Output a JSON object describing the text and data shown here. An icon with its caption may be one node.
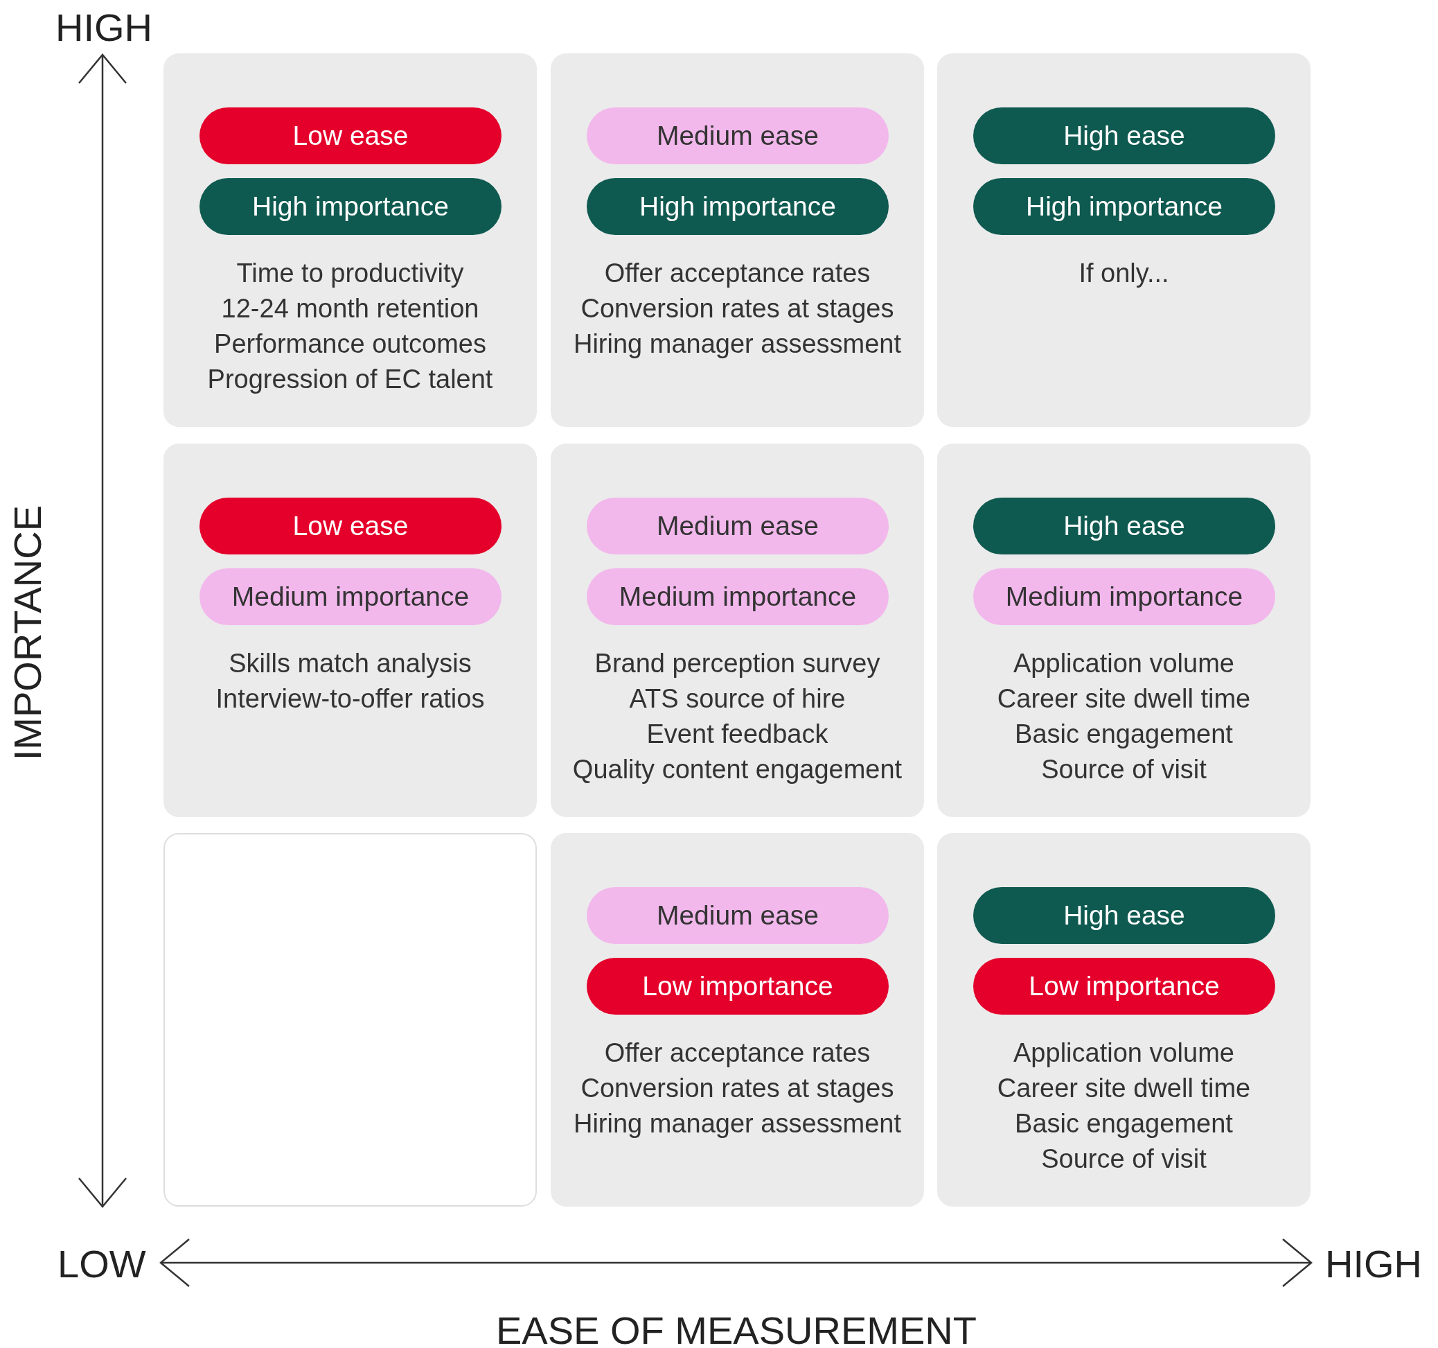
{
  "diagram": {
    "nodes": [
      {
        "text": [
          "Time to productivity",
          "12-24 month retention",
          "Performance outcomes",
          "Progression of EC talent"
        ]
      },
      {
        "text": [
          "Low ease"
        ],
        "in": 0
      },
      {
        "text": [
          "High importance"
        ],
        "in": 0
      },
      {
        "text": [
          "Offer acceptance rates",
          "Conversion rates at stages",
          "Hiring manager assessment"
        ]
      },
      {
        "text": [
          "Medium ease"
        ],
        "in": 3
      },
      {
        "text": [
          "High importance"
        ],
        "in": 3
      },
      {
        "text": [
          "If only..."
        ]
      },
      {
        "text": [
          "High ease"
        ],
        "in": 6
      },
      {
        "text": [
          "High importance"
        ],
        "in": 6
      },
      {
        "text": [
          "Skills match analysis",
          "Interview-to-offer ratios"
        ]
      },
      {
        "text": [
          "Low ease"
        ],
        "in": 9
      },
      {
        "text": [
          "Medium importance"
        ],
        "in": 9
      },
      {
        "text": [
          "Brand perception survey",
          "ATS source of hire",
          "Event feedback",
          "Quality content engagement"
        ]
      },
      {
        "text": [
          "Medium ease"
        ],
        "in": 12
      },
      {
        "text": [
          "Medium importance"
        ],
        "in": 12
      },
      {
        "text": [
          "Application volume",
          "Career site dwell time",
          "Basic engagement",
          "Source of visit"
        ]
      },
      {
        "text": [
          "High ease"
        ],
        "in": 15
      },
      {
        "text": [
          "Medium importance"
        ],
        "in": 15
      },
      {
        "text": [],
        "shape": "box"
      },
      {
        "text": [
          "Offer acceptance rates",
          "Conversion rates at stages",
          "Hiring manager assessment"
        ]
      },
      {
        "text": [
          "Medium ease"
        ],
        "in": 19
      },
      {
        "text": [
          "Low importance"
        ],
        "in": 19
      },
      {
        "text": [
          "Application volume",
          "Career site dwell time",
          "Basic engagement",
          "Source of visit"
        ]
      },
      {
        "text": [
          "High ease"
        ],
        "in": 22
      },
      {
        "text": [
          "Low importance"
        ],
        "in": 22
      }
    ],
    "edges": [],
    "labels": [
      "HIGH",
      "IMPORTANCE",
      "LOW",
      "HIGH",
      "EASE OF MEASUREMENT"
    ]
  }
}
